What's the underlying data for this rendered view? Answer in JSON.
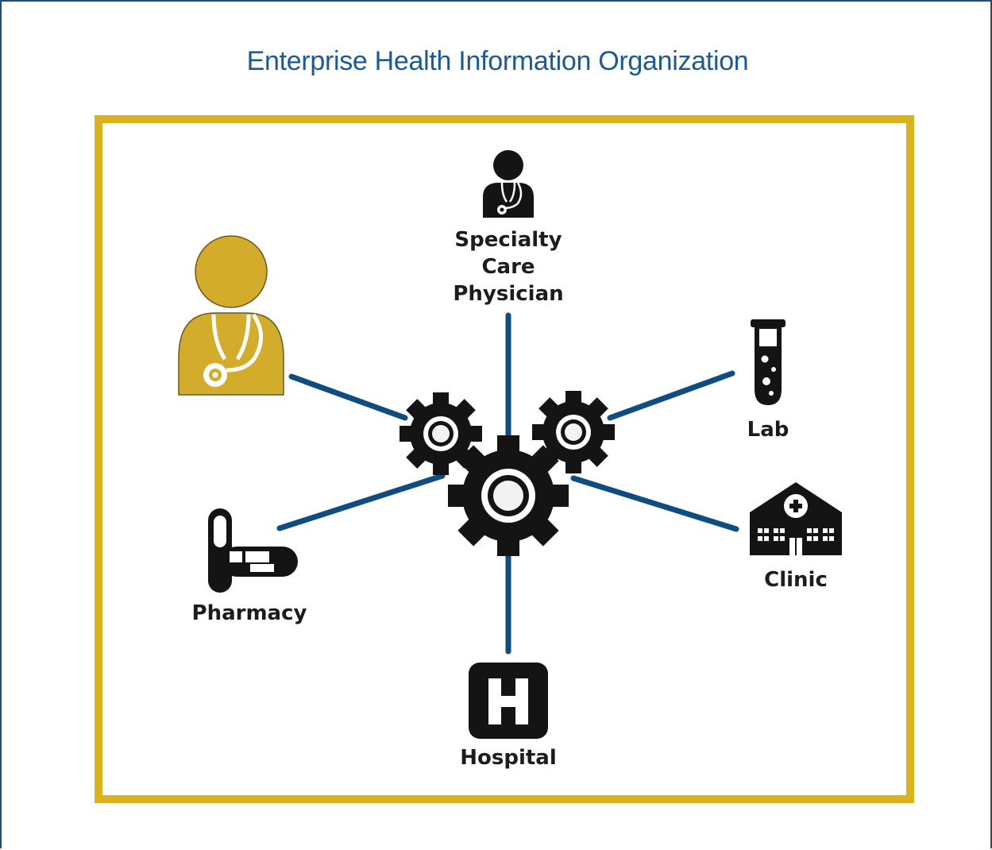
{
  "title": "Enterprise Health Information Organization",
  "colors": {
    "frame": "#d9b21c",
    "connector": "#0f4c81",
    "title": "#1a5a96",
    "primary_care_icon": "#d3ac2b",
    "icon": "#141414"
  },
  "hub": {
    "icon": "gears-icon"
  },
  "nodes": {
    "primary_care": {
      "label": "",
      "icon": "physician-gold-icon"
    },
    "specialty": {
      "label_line1": "Specialty",
      "label_line2": "Care",
      "label_line3": "Physician",
      "icon": "physician-icon"
    },
    "lab": {
      "label": "Lab",
      "icon": "test-tube-icon"
    },
    "clinic": {
      "label": "Clinic",
      "icon": "clinic-building-icon"
    },
    "hospital": {
      "label": "Hospital",
      "icon": "hospital-sign-icon"
    },
    "pharmacy": {
      "label": "Pharmacy",
      "icon": "pill-capsule-icon"
    }
  }
}
